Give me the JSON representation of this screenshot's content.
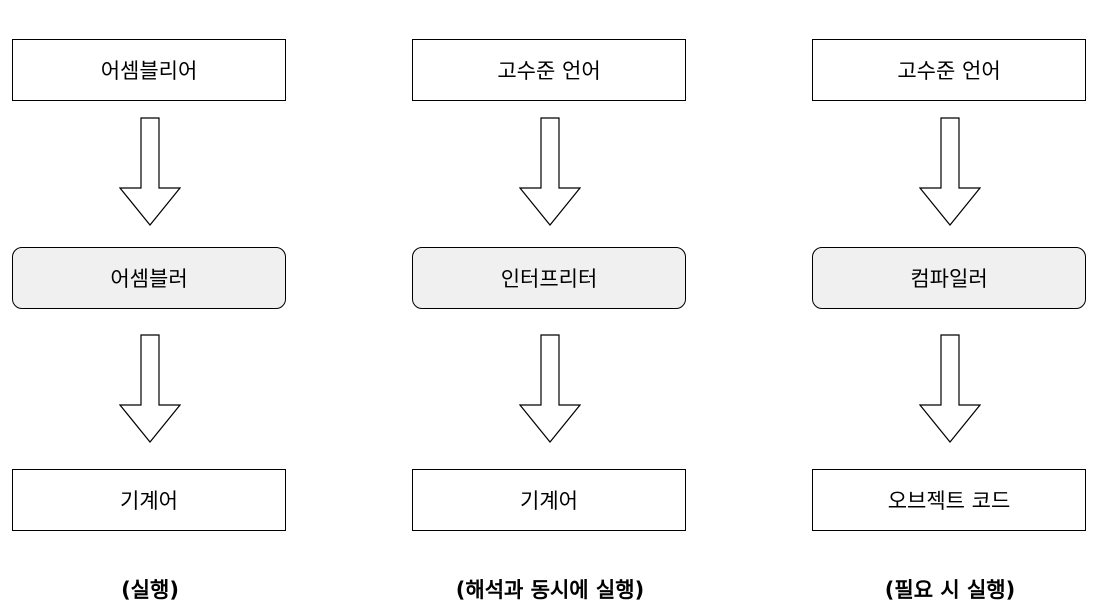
{
  "columns": [
    {
      "source": "어셈블리어",
      "processor": "어셈블러",
      "target": "기계어",
      "caption": "(실행)"
    },
    {
      "source": "고수준 언어",
      "processor": "인터프리터",
      "target": "기계어",
      "caption": "(해석과 동시에 실행)"
    },
    {
      "source": "고수준 언어",
      "processor": "컴파일러",
      "target": "오브젝트 코드",
      "caption": "(필요 시 실행)"
    }
  ],
  "colors": {
    "box_border": "#000000",
    "process_fill": "#f0f0f0",
    "arrow_stroke": "#000000",
    "arrow_fill": "#ffffff"
  },
  "icons": {
    "arrow": "hollow-down-arrow-icon"
  }
}
